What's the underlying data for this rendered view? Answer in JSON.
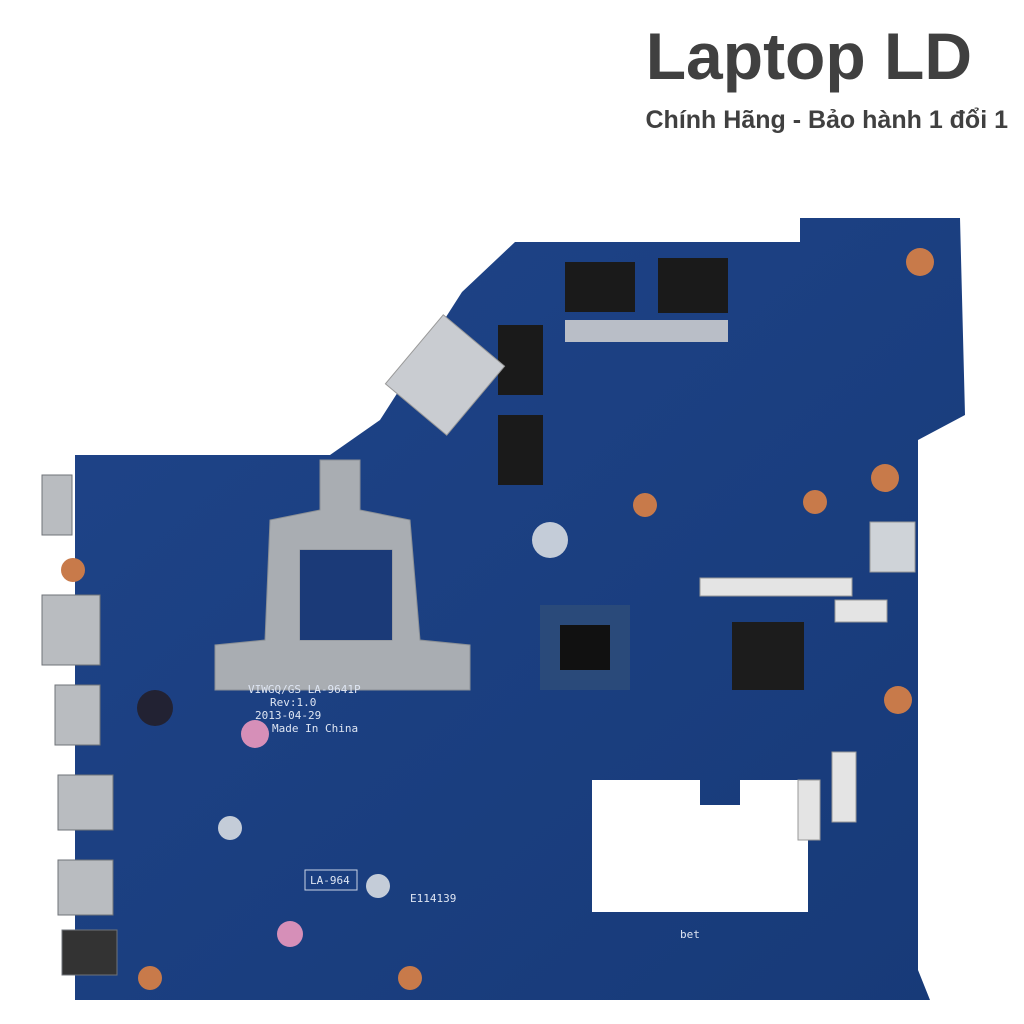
{
  "brand": {
    "title": "Laptop LD",
    "tagline": "Chính Hãng - Bảo hành 1 đổi 1"
  },
  "board": {
    "silkscreen": [
      "VIWGQ/GS LA-9641P",
      "Rev:1.0",
      "2013-04-29",
      "Made In China",
      "LA-964",
      "E114139",
      "bet"
    ],
    "colors": {
      "pcb": "#1d3f82",
      "pcb_dark": "#152f66",
      "metal": "#a8acb0",
      "chip": "#1a1a1a"
    }
  }
}
